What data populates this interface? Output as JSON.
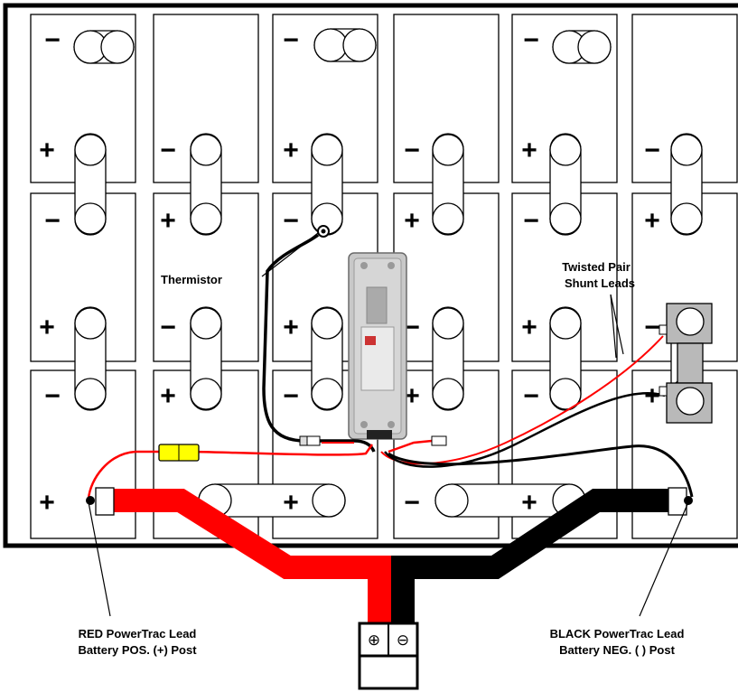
{
  "callouts": {
    "thermistor": "Thermistor",
    "shunt_line1": "Twisted Pair",
    "shunt_line2": "Shunt Leads",
    "red_line1": "RED PowerTrac Lead",
    "red_line2": "Battery POS. (+) Post",
    "black_line1": "BLACK PowerTrac Lead",
    "black_line2": "Battery NEG. (  ) Post"
  },
  "terminal_block": {
    "positive_symbol": "⊕",
    "negative_symbol": "⊖"
  },
  "polarity": {
    "plus": "+",
    "minus": "−"
  },
  "colors": {
    "positive_cable": "#ff0000",
    "negative_cable": "#000000",
    "fuse": "#ffff00",
    "monitor_case": "#c8c8c8",
    "shunt": "#b9b9b9"
  }
}
